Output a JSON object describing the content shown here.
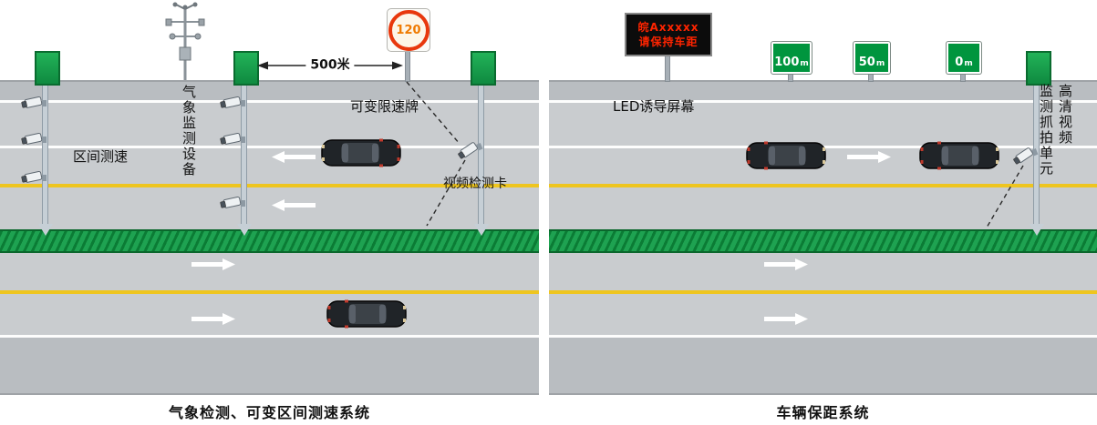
{
  "left_panel": {
    "caption": "气象检测、可变区间测速系统",
    "section_speed_label": "区间测速",
    "weather_station_label": "气象监测设备",
    "distance_label": "500米",
    "variable_speed_sign_label": "可变限速牌",
    "speed_sign_value": "120",
    "video_detector_label": "视频检测卡"
  },
  "right_panel": {
    "caption": "车辆保距系统",
    "led_screen_label": "LED诱导屏幕",
    "led_screen": {
      "line1": "皖Axxxxx",
      "line2": "请保持车距"
    },
    "distance_signs": [
      {
        "value": "100",
        "unit": "m"
      },
      {
        "value": "50",
        "unit": "m"
      },
      {
        "value": "0",
        "unit": "m"
      }
    ],
    "camera_unit_label_right_column": "高清视频",
    "camera_unit_label_left_column": "监测抓拍单元"
  },
  "icons": {
    "camera": "cctv-camera-icon",
    "weather_station": "weather-station-icon",
    "car": "car-top-view-icon",
    "lane_arrow": "traffic-direction-arrow-icon",
    "pole_arrow": "pole-down-arrow-icon",
    "gantry": "roadside-gantry-post"
  },
  "colors": {
    "post_green": "#14964a",
    "median_green": "#0e8a3d",
    "lane_yellow": "#eec51f",
    "road_gray": "#c9cccf",
    "shoulder_gray": "#b9bdc1",
    "led_text_red": "#ff2400",
    "speed_ring_red": "#e8380d",
    "speed_value_orange": "#ef7a00",
    "distance_sign_green": "#00953e"
  }
}
